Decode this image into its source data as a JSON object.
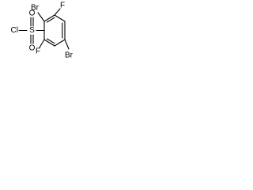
{
  "molecule": {
    "atoms": {
      "chlorine": "Cl",
      "sulfur": "S",
      "oxygen_top": "O",
      "oxygen_bottom": "O",
      "bromine_top": "Br",
      "fluorine_top": "F",
      "fluorine_bottom": "F",
      "bromine_bottom": "Br"
    }
  }
}
